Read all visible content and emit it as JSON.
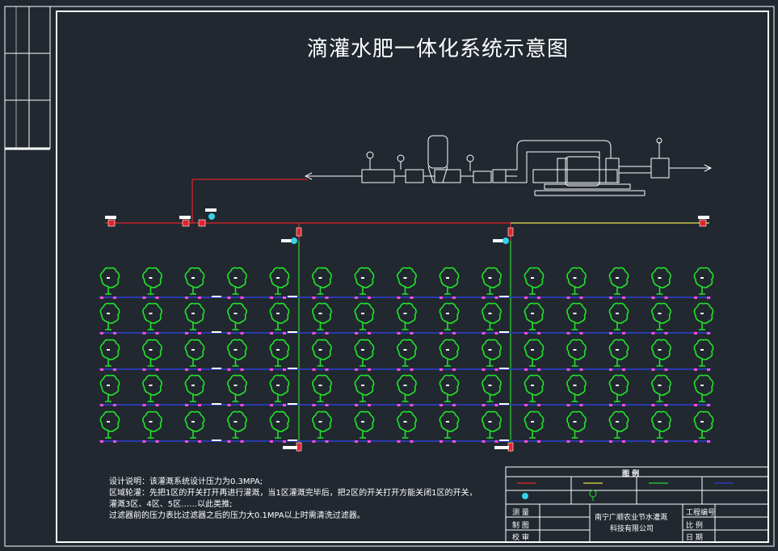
{
  "title": "滴灌水肥一体化系统示意图",
  "notes": [
    "设计说明：该灌溉系统设计压力为0.3MPA;",
    "区域轮灌：先把1区的开关打开再进行灌溉，当1区灌溉完毕后，把2区的开关打开方能关闭1区的开关，",
    "灌溉3区、4区、5区……以此类推;",
    "过滤器前的压力表比过滤器之后的压力大0.1MPA以上时需清洗过滤器。"
  ],
  "legend": {
    "header": "图    例"
  },
  "titleblock": {
    "row1_label": "测    量",
    "row2_label": "制    图",
    "row3_label": "校    审",
    "company_line1": "南宁广顺农业节水灌溉",
    "company_line2": "科技有限公司",
    "right1": "工程编号",
    "right2": "比    例",
    "right3": "日    期"
  },
  "colors": {
    "background": "#212830",
    "frame": "#ffffff",
    "main_pipe": "#e0262d",
    "branch_pipe": "#2fd52f",
    "lateral_pipe": "#2f3fd8",
    "yellow_pipe": "#e8e24a",
    "tree": "#23e02a",
    "valve_dot": "#ff4fd8",
    "meter": "#36d3e8"
  }
}
